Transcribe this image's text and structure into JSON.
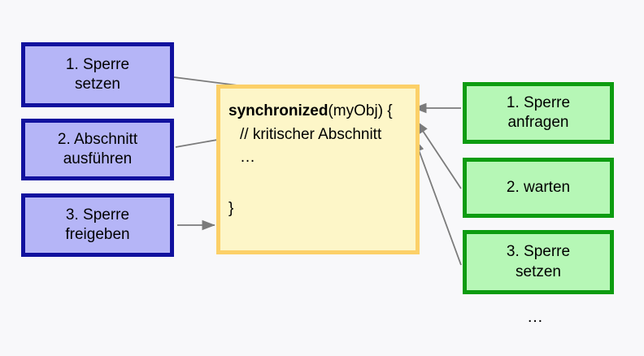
{
  "diagram": {
    "title": "synchronized block lock flow",
    "background_color": "#f8f8fa",
    "left_column": {
      "accent_color": "#11119e",
      "fill_color": "#b5b5f7",
      "boxes": [
        {
          "line1": "1. Sperre",
          "line2": "setzen"
        },
        {
          "line1": "2. Abschnitt",
          "line2": "ausführen"
        },
        {
          "line1": "3. Sperre",
          "line2": "freigeben"
        }
      ]
    },
    "code_panel": {
      "fill_color": "#fdf6c8",
      "border_color": "#fcd068",
      "keyword": "synchronized",
      "signature_rest": "(myObj) {",
      "comment": "// kritischer Abschnitt",
      "ellipsis": "…",
      "closing_brace": "}"
    },
    "right_column": {
      "accent_color": "#0d9c10",
      "fill_color": "#b6f7b6",
      "boxes": [
        {
          "line1": "1. Sperre",
          "line2": "anfragen"
        },
        {
          "line1": "2. warten",
          "line2": ""
        },
        {
          "line1": "3. Sperre",
          "line2": "setzen"
        }
      ],
      "trailing_ellipsis": "…"
    },
    "connectors": [
      {
        "from": "1. Sperre setzen",
        "to": "synchronized(myObj) {"
      },
      {
        "from": "2. Abschnitt ausführen",
        "to": "// kritischer Abschnitt"
      },
      {
        "from": "3. Sperre freigeben",
        "to": "}"
      },
      {
        "from": "1. Sperre anfragen",
        "to": "synchronized(myObj) {"
      },
      {
        "from": "2. warten",
        "to": "synchronized(myObj) {"
      },
      {
        "from": "3. Sperre setzen",
        "to": "synchronized(myObj) {"
      }
    ]
  }
}
